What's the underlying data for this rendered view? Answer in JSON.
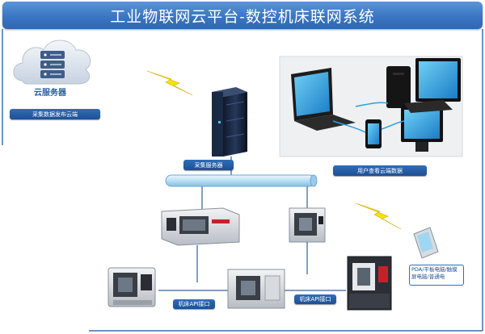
{
  "title": "工业物联网云平台-数控机床联网系统",
  "cloud": {
    "label": "云服务器",
    "caption": "采集数据发布云端",
    "icon": "cloud-server-icon"
  },
  "server": {
    "label": "采集服务器",
    "icon": "tower-server-icon"
  },
  "users": {
    "label": "用户查看云端数据",
    "icon": "computers-icon"
  },
  "api_left": "机床API接口",
  "api_right": "机床API接口",
  "pda": {
    "label": "PDA/平板电脑/触摸屏电脑/普通电",
    "icon": "pda-icon"
  },
  "colors": {
    "banner": "#3a76c2",
    "tag": "#2a62ad",
    "wireless": "#f5e400",
    "bus": "#cde6f7"
  }
}
